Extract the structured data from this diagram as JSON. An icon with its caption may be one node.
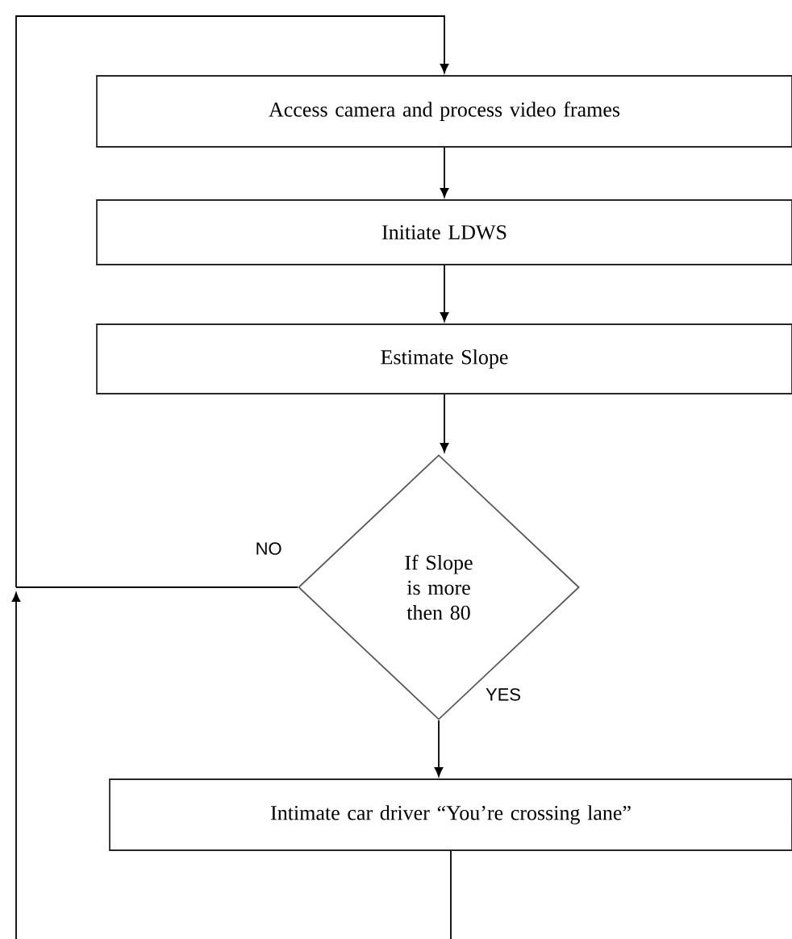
{
  "diagram": {
    "nodes": [
      {
        "text": [
          "Access camera and process video frames"
        ]
      },
      {
        "text": [
          "Initiate LDWS"
        ]
      },
      {
        "text": [
          "Estimate Slope"
        ]
      },
      {
        "text": [
          "If Slope is more then 80"
        ]
      },
      {
        "text": [
          "Intimate car driver “You’re crossing lane”"
        ]
      }
    ],
    "edges": [
      {
        "from": 0,
        "to": 1,
        "arrow": "to"
      },
      {
        "from": 1,
        "to": 2,
        "arrow": "to"
      },
      {
        "from": 2,
        "to": 3,
        "arrow": "to"
      },
      {
        "from": 3,
        "to": 4,
        "arrow": "to",
        "label": "YES"
      },
      {
        "from": 3,
        "to": 0,
        "arrow": "to",
        "label": "NO"
      },
      {
        "from": null,
        "to": 0,
        "arrow": "to"
      },
      {
        "from": 4,
        "to": null,
        "arrow": "none"
      }
    ]
  }
}
